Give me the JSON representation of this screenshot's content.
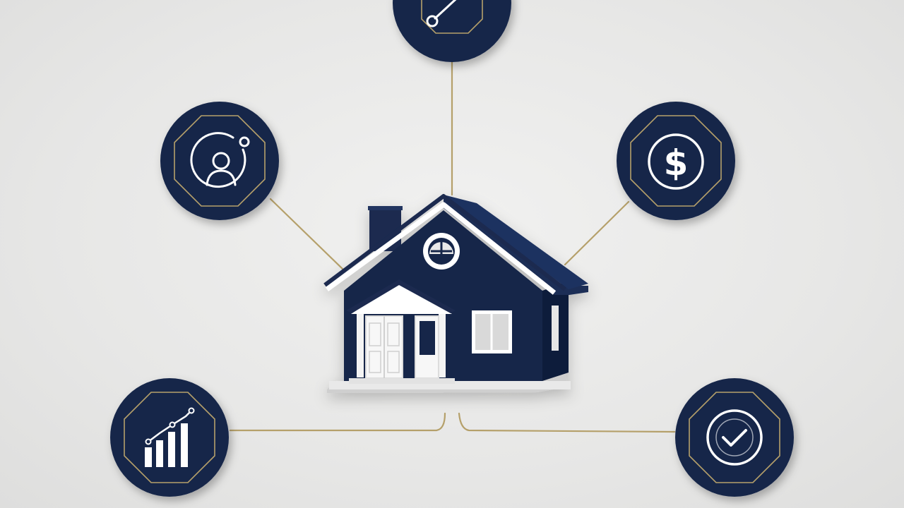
{
  "colors": {
    "background": "#e8e8e7",
    "navy": "#16264a",
    "gold": "#b5a06a",
    "white": "#ffffff"
  },
  "hub": {
    "icon": "house-icon"
  },
  "nodes": [
    {
      "key": "tools",
      "icon": "wrench-icon"
    },
    {
      "key": "owner",
      "icon": "user-icon"
    },
    {
      "key": "finance",
      "icon": "dollar-icon"
    },
    {
      "key": "growth",
      "icon": "bar-chart-icon"
    },
    {
      "key": "approval",
      "icon": "checkmark-icon"
    }
  ]
}
